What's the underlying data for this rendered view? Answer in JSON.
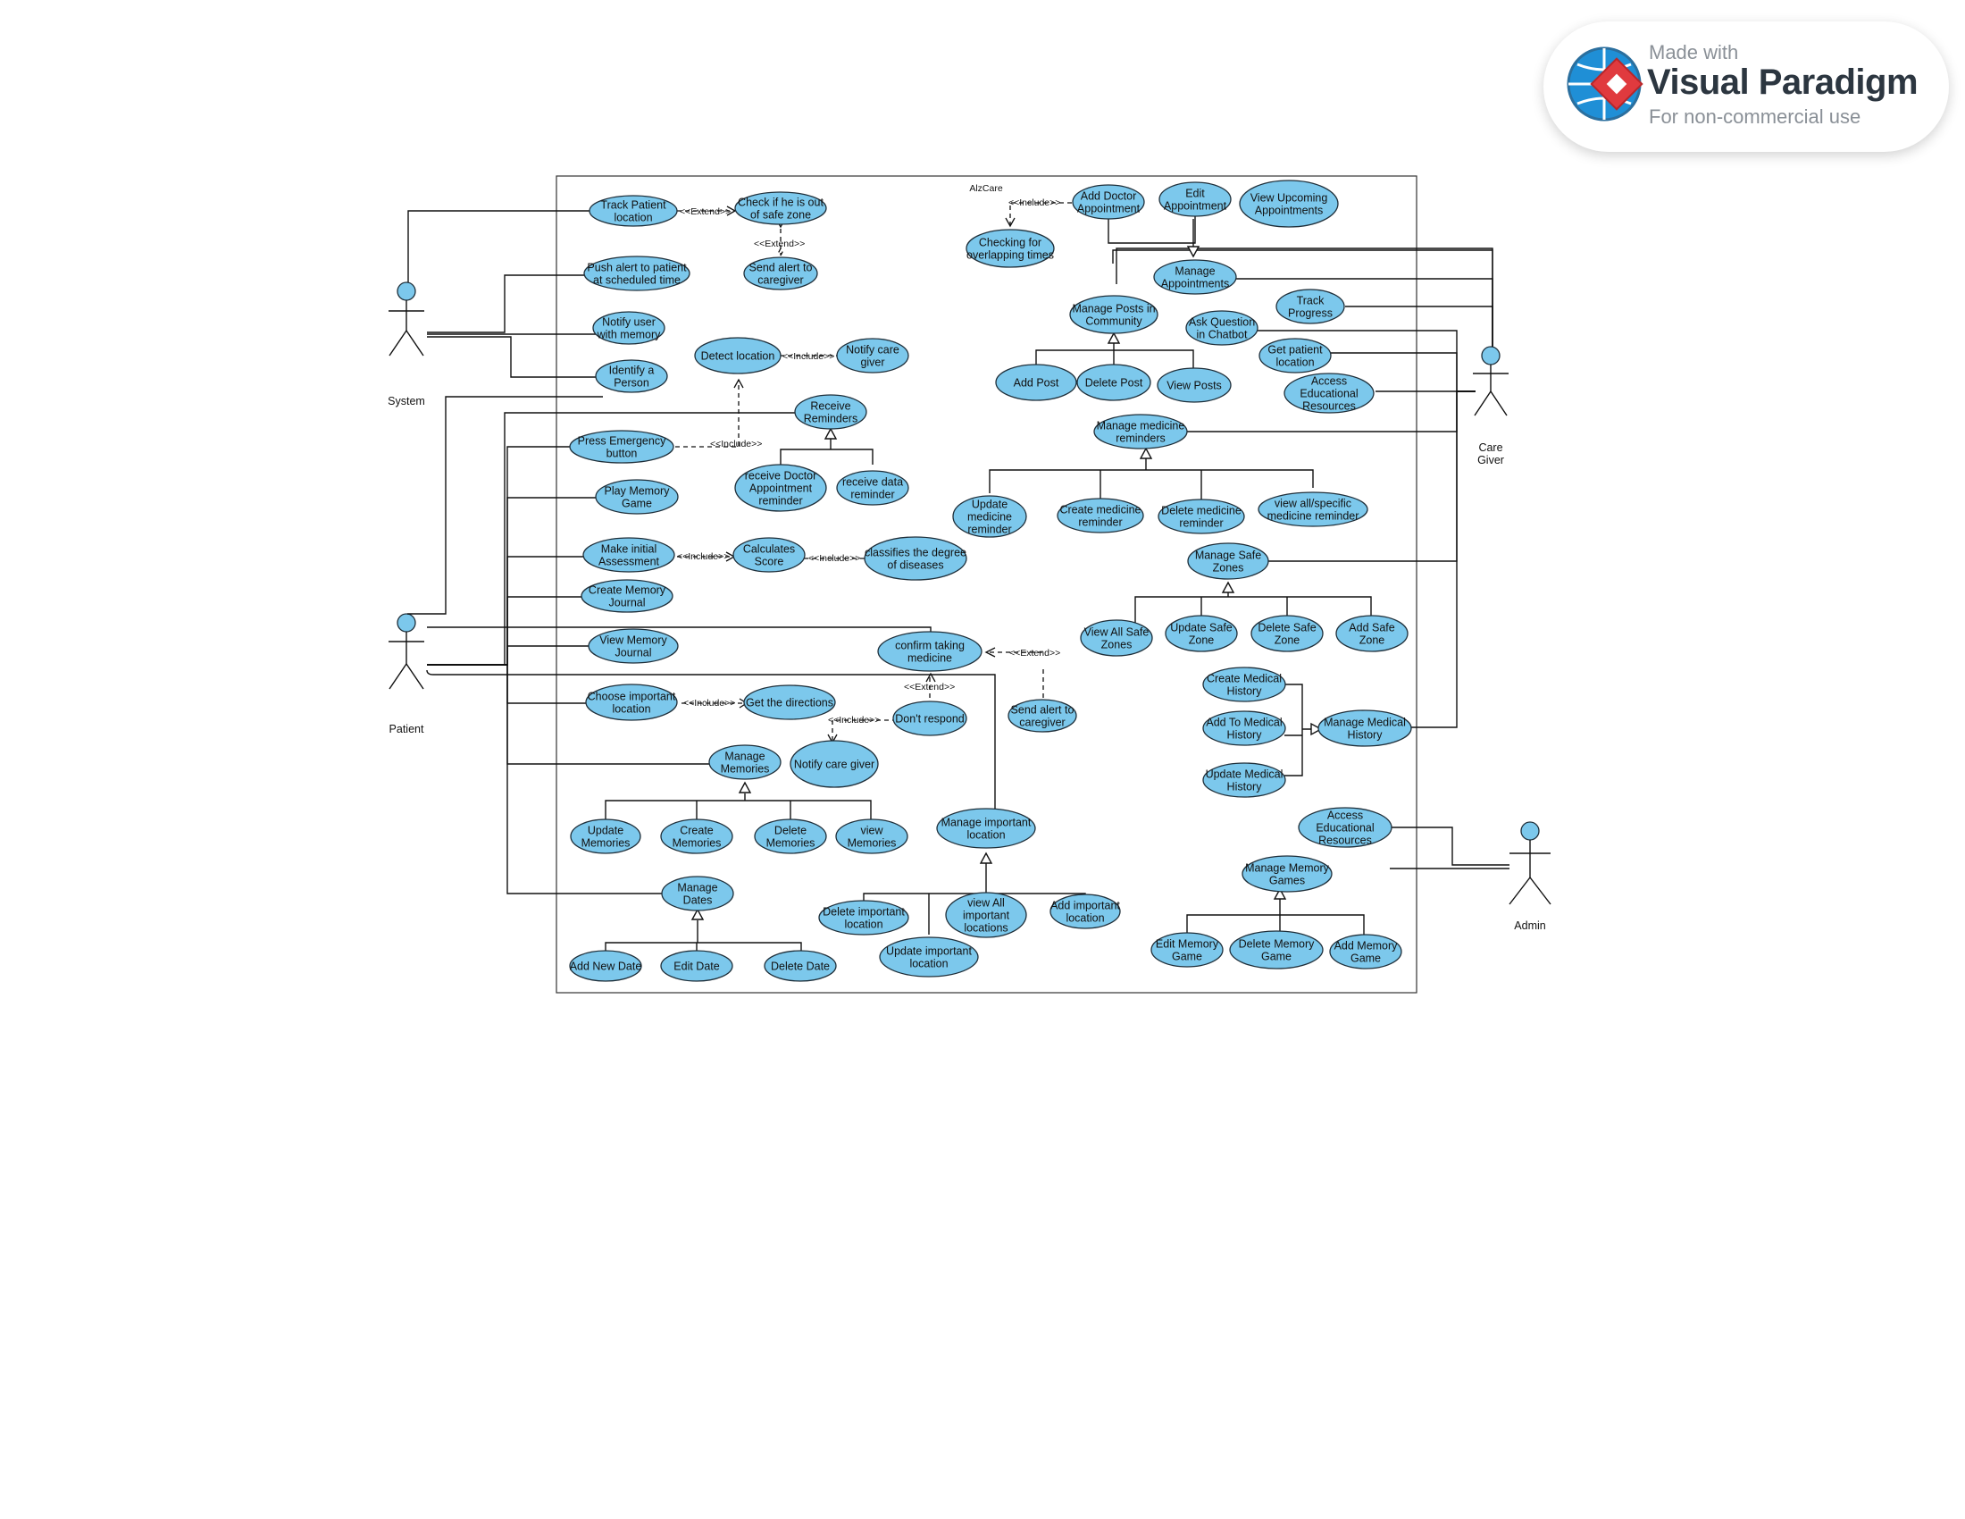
{
  "badge": {
    "line1": "Made with",
    "line2": "Visual Paradigm",
    "line3": "For non-commercial use"
  },
  "system": {
    "name": "AlzCare"
  },
  "actors": {
    "system": "System",
    "patient": "Patient",
    "caregiver_line1": "Care",
    "caregiver_line2": "Giver",
    "admin": "Admin"
  },
  "stereotypes": {
    "include": "<<Include>>",
    "extend": "<<Extend>>"
  },
  "use_cases": {
    "track_patient_location": [
      "Track Patient",
      "location"
    ],
    "check_safe_zone": [
      "Check if he is out",
      "of safe zone"
    ],
    "send_alert_caregiver_1": [
      "Send alert to",
      "caregiver"
    ],
    "push_alert": [
      "Push alert to patient",
      "at scheduled time"
    ],
    "notify_user_memory": [
      "Notify user",
      "with memory"
    ],
    "identify_person": [
      "Identify a",
      "Person"
    ],
    "detect_location": [
      "Detect location"
    ],
    "notify_care_giver_1": [
      "Notify care",
      "giver"
    ],
    "receive_reminders": [
      "Receive",
      "Reminders"
    ],
    "press_emergency": [
      "Press Emergency",
      "button"
    ],
    "receive_doctor_reminder": [
      "receive Doctor",
      "Appointment",
      "reminder"
    ],
    "receive_data_reminder": [
      "receive data",
      "reminder"
    ],
    "play_memory_game": [
      "Play Memory",
      "Game"
    ],
    "make_initial_assessment": [
      "Make initial",
      "Assessment"
    ],
    "calculates_score": [
      "Calculates",
      "Score"
    ],
    "classifies_degree": [
      "classifies the degree",
      "of diseases"
    ],
    "create_memory_journal": [
      "Create Memory",
      "Journal"
    ],
    "view_memory_journal": [
      "View Memory",
      "Journal"
    ],
    "confirm_taking_medicine": [
      "confirm taking",
      "medicine"
    ],
    "dont_respond": [
      "Don't respond"
    ],
    "send_alert_caregiver_2": [
      "Send alert to",
      "caregiver"
    ],
    "choose_important_location": [
      "Choose important",
      "location"
    ],
    "get_directions": [
      "Get the directions"
    ],
    "notify_care_giver_2": [
      "Notify care giver"
    ],
    "manage_memories": [
      "Manage",
      "Memories"
    ],
    "update_memories": [
      "Update",
      "Memories"
    ],
    "create_memories": [
      "Create",
      "Memories"
    ],
    "delete_memories": [
      "Delete",
      "Memories"
    ],
    "view_memories": [
      "view",
      "Memories"
    ],
    "manage_dates": [
      "Manage",
      "Dates"
    ],
    "add_new_date": [
      "Add New Date"
    ],
    "edit_date": [
      "Edit Date"
    ],
    "delete_date": [
      "Delete Date"
    ],
    "manage_important_location": [
      "Manage important",
      "location"
    ],
    "delete_important_location": [
      "Delete important",
      "location"
    ],
    "view_all_important_locations": [
      "view All",
      "important",
      "locations"
    ],
    "add_important_location": [
      "Add important",
      "location"
    ],
    "update_important_location": [
      "Update important",
      "location"
    ],
    "checking_overlapping": [
      "Checking for",
      "overlapping times"
    ],
    "add_doctor_appointment": [
      "Add Doctor",
      "Appointment"
    ],
    "edit_appointment": [
      "Edit",
      "Appointment"
    ],
    "view_upcoming_appointments": [
      "View Upcoming",
      "Appointments"
    ],
    "manage_appointments": [
      "Manage",
      "Appointments"
    ],
    "manage_posts": [
      "Manage Posts in",
      "Community"
    ],
    "track_progress": [
      "Track",
      "Progress"
    ],
    "ask_question_chatbot": [
      "Ask Question",
      "in Chatbot"
    ],
    "get_patient_location": [
      "Get patient",
      "location"
    ],
    "access_educational_1": [
      "Access",
      "Educational",
      "Resources"
    ],
    "add_post": [
      "Add Post"
    ],
    "delete_post": [
      "Delete Post"
    ],
    "view_posts": [
      "View Posts"
    ],
    "manage_medicine_reminders": [
      "Manage medicine",
      "reminders"
    ],
    "update_medicine_reminder": [
      "Update",
      "medicine",
      "reminder"
    ],
    "create_medicine_reminder": [
      "Create medicine",
      "reminder"
    ],
    "delete_medicine_reminder": [
      "Delete medicine",
      "reminder"
    ],
    "view_medicine_reminder": [
      "view all/specific",
      "medicine reminder"
    ],
    "manage_safe_zones": [
      "Manage Safe",
      "Zones"
    ],
    "view_all_safe_zones": [
      "View All Safe",
      "Zones"
    ],
    "update_safe_zone": [
      "Update Safe",
      "Zone"
    ],
    "delete_safe_zone": [
      "Delete Safe",
      "Zone"
    ],
    "add_safe_zone": [
      "Add Safe",
      "Zone"
    ],
    "create_medical_history": [
      "Create Medical",
      "History"
    ],
    "add_medical_history": [
      "Add To Medical",
      "History"
    ],
    "update_medical_history": [
      "Update Medical",
      "History"
    ],
    "manage_medical_history": [
      "Manage Medical",
      "History"
    ],
    "access_educational_2": [
      "Access",
      "Educational",
      "Resources"
    ],
    "manage_memory_games": [
      "Manage Memory",
      "Games"
    ],
    "edit_memory_game": [
      "Edit Memory",
      "Game"
    ],
    "delete_memory_game": [
      "Delete Memory",
      "Game"
    ],
    "add_memory_game": [
      "Add Memory",
      "Game"
    ]
  }
}
